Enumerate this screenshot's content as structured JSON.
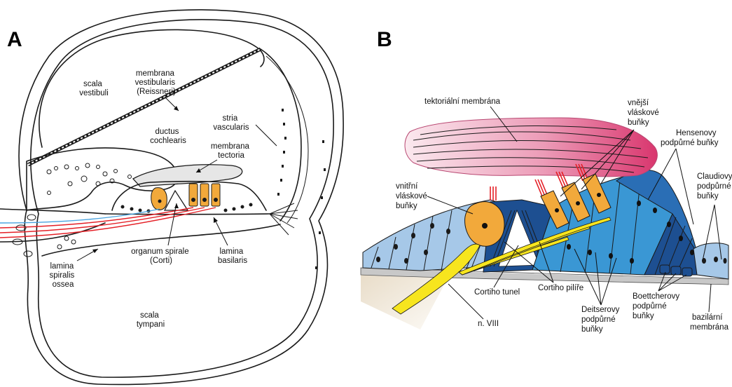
{
  "panels": [
    {
      "letter": "A",
      "labels": {
        "membrana_vestibularis": [
          "membrana",
          "vestibularis",
          "(Reissneri)"
        ],
        "scala_vestibuli": [
          "scala",
          "vestibuli"
        ],
        "ductus_cochlearis": [
          "ductus",
          "cochlearis"
        ],
        "stria_vascularis": [
          "stria",
          "vascularis"
        ],
        "membrana_tectoria": [
          "membrana",
          "tectoria"
        ],
        "organum_spirale": [
          "organum spirale",
          "(Corti)"
        ],
        "lamina_basilaris": [
          "lamina",
          "basilaris"
        ],
        "lamina_spiralis_ossea": [
          "lamina",
          "spiralis",
          "ossea"
        ],
        "scala_tympani": [
          "scala",
          "tympani"
        ]
      }
    },
    {
      "letter": "B",
      "labels": {
        "tektorialni_membrana": [
          "tektoriální membrána"
        ],
        "vnejsi_vlaskove_bunky": [
          "vnější",
          "vláskové",
          "buňky"
        ],
        "hensenovy": [
          "Hensenovy",
          "podpůrné buňky"
        ],
        "claudiovy": [
          "Claudiovy",
          "podpůrné",
          "buňky"
        ],
        "vnitrni_vlaskove_bunky": [
          "vnitřní",
          "vláskové",
          "buňky"
        ],
        "cortiho_tunel": [
          "Cortiho tunel"
        ],
        "cortiho_pilire": [
          "Cortiho pilíře"
        ],
        "boettcherovy": [
          "Boettcherovy",
          "podpůrné",
          "buňky"
        ],
        "deitserovy": [
          "Deitserovy",
          "podpůrné",
          "buňky"
        ],
        "bazilarni_membrana": [
          "bazilární",
          "membrána"
        ],
        "n_viii": [
          "n. VIII"
        ]
      }
    }
  ],
  "colors": {
    "hair_cell": "#f2a93b",
    "nerve_yellow": "#f7e51e",
    "nerve_red": "#e41f26",
    "nerve_blue": "#4aa3df",
    "tectorial_dark": "#d9366e",
    "tectorial_light": "#f7d7e1",
    "cell_light_blue": "#a6c8e8",
    "cell_mid_blue": "#3a97d4",
    "cell_dark_blue": "#1d4f91",
    "basilar_gray": "#c8c8c8"
  }
}
